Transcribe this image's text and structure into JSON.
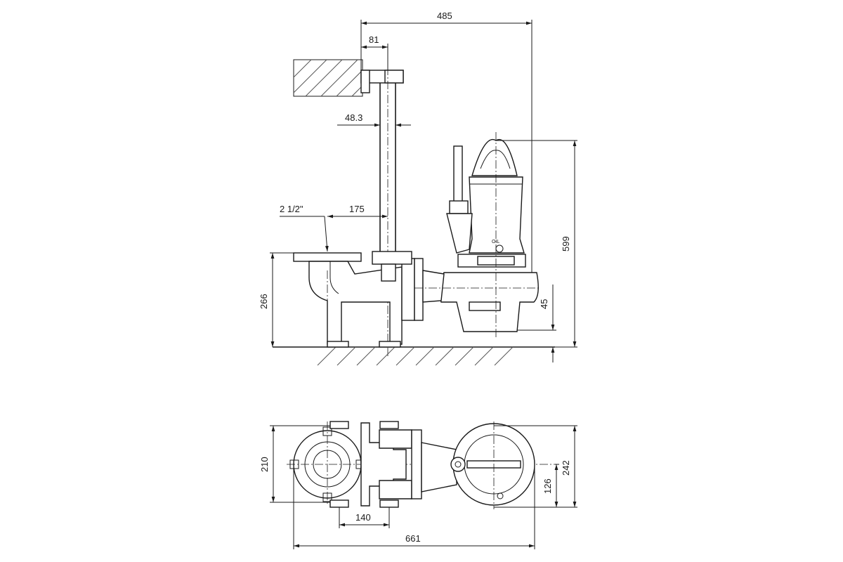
{
  "drawing": {
    "side_view": {
      "dim_overall_width": "485",
      "dim_bracket_offset": "81",
      "dim_guide_pipe_dia": "48.3",
      "dim_pipe_size": "2 1/2\"",
      "dim_pipe_to_outlet": "175",
      "dim_outlet_height": "266",
      "dim_clearance": "45",
      "dim_total_height": "599",
      "oil_label": "OIL"
    },
    "top_view": {
      "dim_width_left": "210",
      "dim_width_right": "242",
      "dim_center_offset": "126",
      "dim_foot_spacing": "140",
      "dim_overall_length": "661"
    }
  }
}
